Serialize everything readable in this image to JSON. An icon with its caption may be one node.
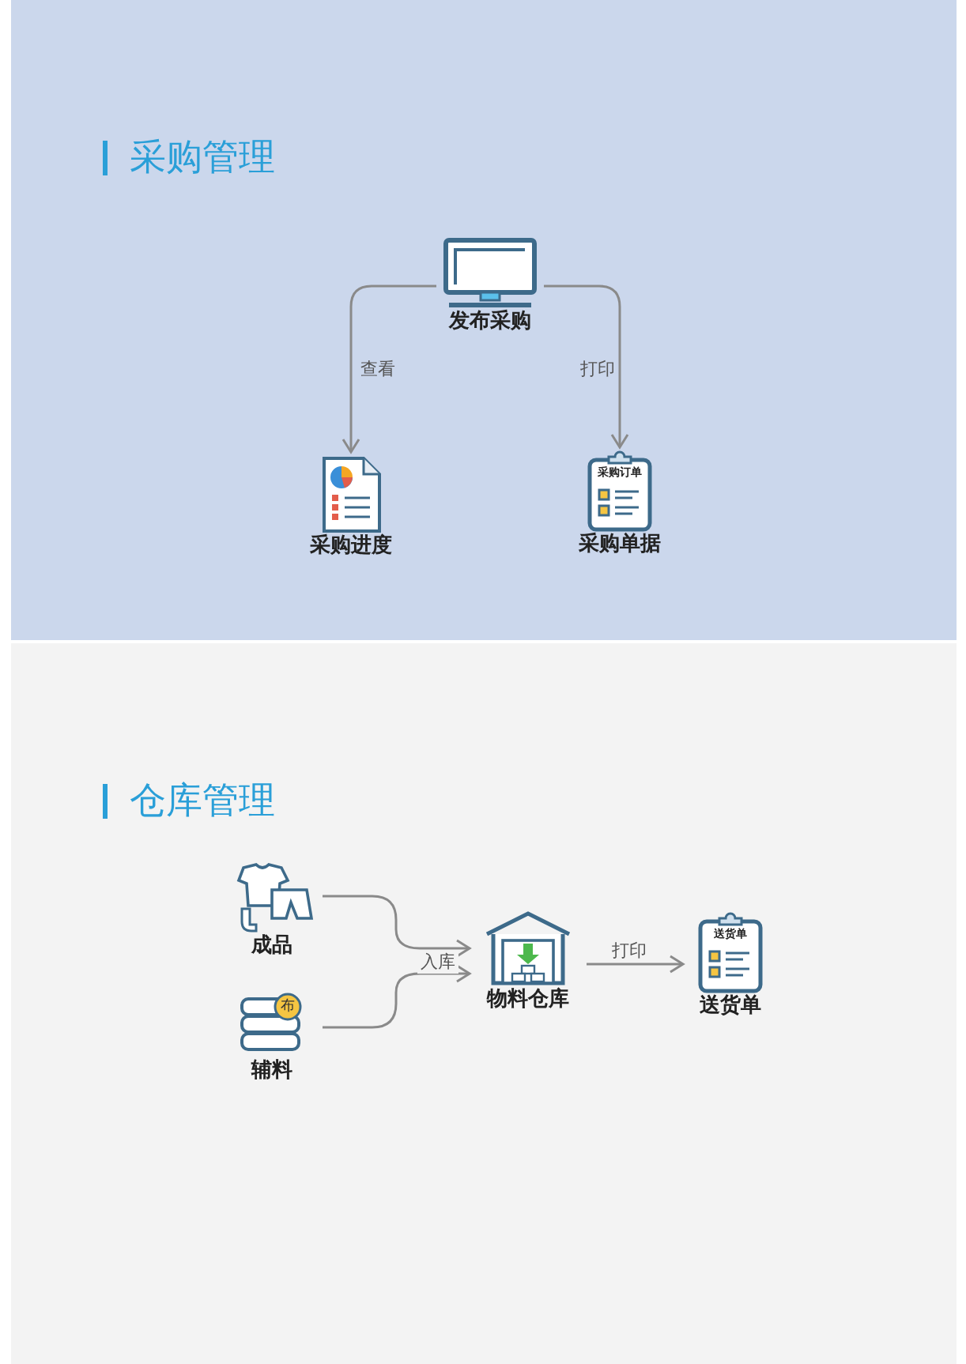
{
  "diagram": {
    "nodes": [
      {
        "text": [
          "采购管理"
        ]
      },
      {
        "text": [
          "发布采购"
        ],
        "in": 0
      },
      {
        "text": [
          "采购进度"
        ],
        "in": 0
      },
      {
        "text": [
          "采购订单",
          "采购单据"
        ],
        "in": 0
      },
      {
        "text": [
          "仓库管理"
        ]
      },
      {
        "text": [
          "成品"
        ],
        "in": 4
      },
      {
        "text": [
          "布",
          "辅料"
        ],
        "in": 4
      },
      {
        "text": [
          "物料仓库"
        ],
        "in": 4
      },
      {
        "text": [
          "送货单",
          "送货单"
        ],
        "in": 4
      }
    ],
    "edges": [
      {
        "from": 1,
        "to": 2,
        "arrow": "to",
        "label": "查看"
      },
      {
        "from": 1,
        "to": 3,
        "arrow": "to",
        "label": "打印"
      },
      {
        "from": 5,
        "to": 7,
        "arrow": "to",
        "label": "入库"
      },
      {
        "from": 6,
        "to": 7,
        "arrow": "to"
      },
      {
        "from": 7,
        "to": 8,
        "arrow": "to",
        "label": "打印"
      }
    ]
  }
}
